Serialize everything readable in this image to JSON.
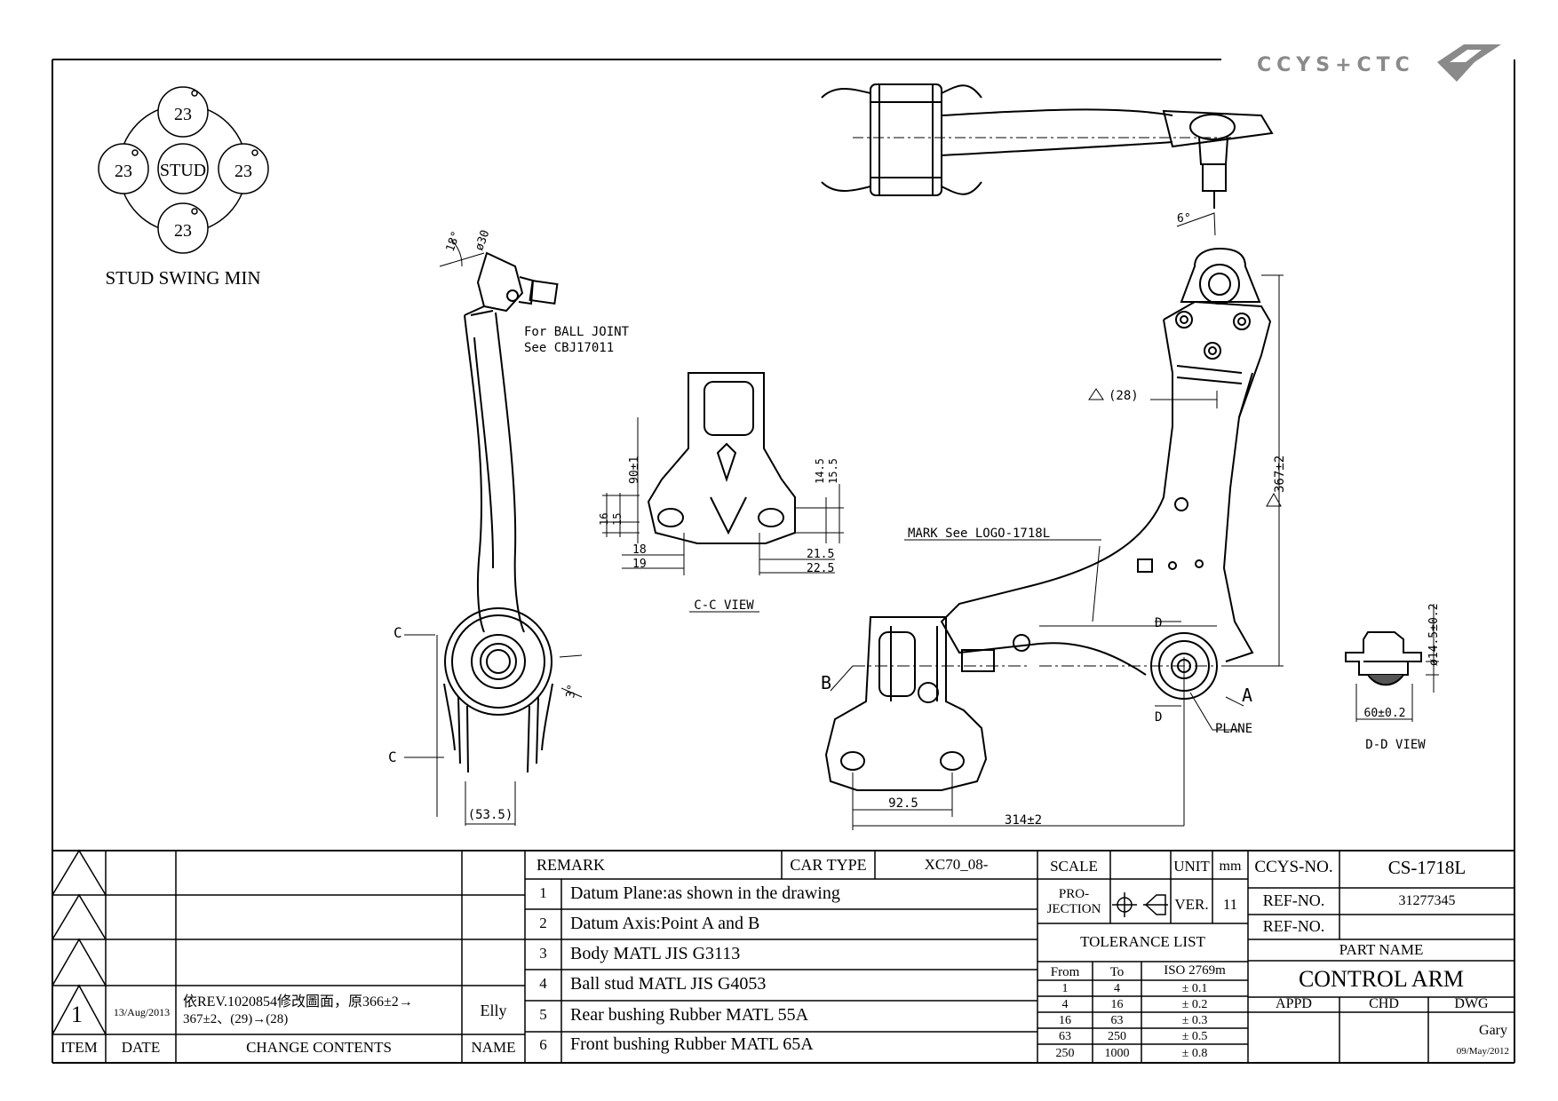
{
  "logo_text": "CCYS+CTC",
  "stud_swing": {
    "center": "STUD",
    "top": "23",
    "left": "23",
    "right": "23",
    "bottom": "23",
    "label": "STUD SWING MIN"
  },
  "notes": {
    "angle_18": "18°",
    "dia_30": "ø30",
    "for_ball": "For BALL JOINT",
    "see_cbj": "See CBJ17011",
    "c_upper": "C",
    "c_lower": "C",
    "angle_3": "3°",
    "dim_53_5": "(53.5)",
    "angle_6": "6°",
    "cc_90": "90±1",
    "cc_16": "16",
    "cc_15": "15",
    "cc_14_5": "14.5",
    "cc_15_5": "15.5",
    "cc_18": "18",
    "cc_19": "19",
    "cc_21_5": "21.5",
    "cc_22_5": "22.5",
    "cc_view": "C-C VIEW",
    "dim_28": "(28)",
    "dim_367": "367±2",
    "mark_see": "MARK See LOGO-1718L",
    "d_upper": "D",
    "d_lower": "D",
    "label_a": "A",
    "label_b": "B",
    "plane": "PLANE",
    "dim_92_5": "92.5",
    "dim_314": "314±2",
    "dd_dia": "ø14.5±0.2",
    "dd_60": "60±0.2",
    "dd_view": "D-D VIEW"
  },
  "revisions": {
    "rows": [
      {
        "item": "",
        "date": "",
        "contents": "",
        "name": ""
      },
      {
        "item": "",
        "date": "",
        "contents": "",
        "name": ""
      },
      {
        "item": "",
        "date": "",
        "contents": "",
        "name": ""
      },
      {
        "item": "1",
        "date": "13/Aug/2013",
        "contents_line1": "依REV.1020854修改圖面，原366±2→",
        "contents_line2": "367±2、(29)→(28)",
        "name": "Elly"
      }
    ],
    "headers": {
      "item": "ITEM",
      "date": "DATE",
      "contents": "CHANGE CONTENTS",
      "name": "NAME"
    }
  },
  "remarks": {
    "title": "REMARK",
    "car_type_label": "CAR TYPE",
    "car_type": "XC70_08-",
    "items": [
      {
        "no": "1",
        "text": "Datum Plane:as shown in the drawing"
      },
      {
        "no": "2",
        "text": "Datum Axis:Point A and B"
      },
      {
        "no": "3",
        "text": "Body MATL JIS G3113"
      },
      {
        "no": "4",
        "text": "Ball stud MATL JIS G4053"
      },
      {
        "no": "5",
        "text": "Rear bushing Rubber MATL 55A"
      },
      {
        "no": "6",
        "text": "Front bushing Rubber MATL 65A"
      }
    ]
  },
  "specs": {
    "scale_label": "SCALE",
    "scale": "",
    "unit_label": "UNIT",
    "unit": "mm",
    "projection_l1": "PRO-",
    "projection_l2": "JECTION",
    "ver_label": "VER.",
    "ver": "11",
    "tolerance_title": "TOLERANCE LIST",
    "tol_headers": {
      "from": "From",
      "to": "To",
      "iso": "ISO 2769m"
    },
    "tolerances": [
      {
        "from": "1",
        "to": "4",
        "tol": "± 0.1"
      },
      {
        "from": "4",
        "to": "16",
        "tol": "± 0.2"
      },
      {
        "from": "16",
        "to": "63",
        "tol": "± 0.3"
      },
      {
        "from": "63",
        "to": "250",
        "tol": "± 0.5"
      },
      {
        "from": "250",
        "to": "1000",
        "tol": "± 0.8"
      }
    ]
  },
  "title_block": {
    "ccys_label": "CCYS-NO.",
    "ccys_no": "CS-1718L",
    "ref_label": "REF-NO.",
    "ref_no": "31277345",
    "ref2_label": "REF-NO.",
    "ref2_no": "",
    "part_name_label": "PART NAME",
    "part_name": "CONTROL ARM",
    "appd": "APPD",
    "chd": "CHD",
    "dwg": "DWG",
    "drawn_by": "Gary",
    "drawn_date": "09/May/2012"
  },
  "colors": {
    "ink": "#000000",
    "logo": "#8a8a8a"
  }
}
